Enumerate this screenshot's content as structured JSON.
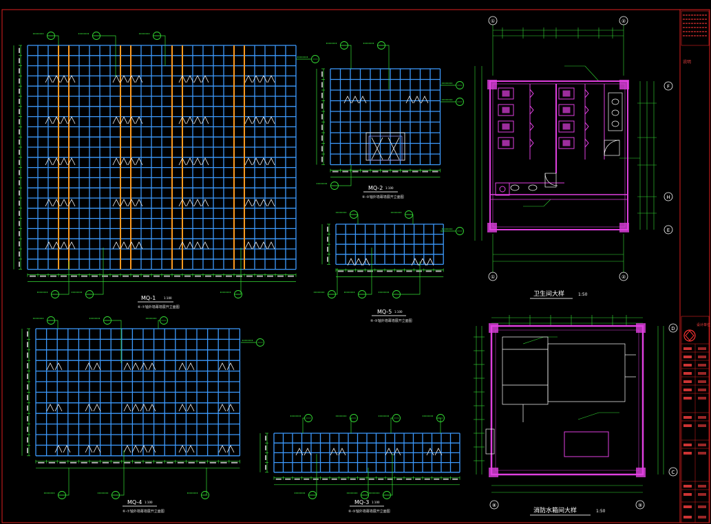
{
  "colors": {
    "background": "#000000",
    "grid": "#3d9bff",
    "mullion": "#ff9a1f",
    "dimension": "#35e035",
    "wall": "#e040e0",
    "text": "#ffffff",
    "border": "#e02020",
    "label": "#f0f060"
  },
  "panels": {
    "mq1": {
      "title": "MQ-1",
      "scale": "1:100",
      "subtitle": "⑥-⑦轴外墙幕墙展开立面图"
    },
    "mq2": {
      "title": "MQ-2",
      "scale": "1:100",
      "subtitle": "⑧-⑨轴外墙幕墙展开立面图"
    },
    "mq5": {
      "title": "MQ-5",
      "scale": "1:100",
      "subtitle": "⑧-⑨轴外墙幕墙展开立面图"
    },
    "mq4": {
      "title": "MQ-4",
      "scale": "1:100",
      "subtitle": "⑥-⑦轴外墙幕墙展开立面图"
    },
    "mq3": {
      "title": "MQ-3",
      "scale": "1:100",
      "subtitle": "⑧-⑨轴外墙幕墙展开立面图"
    }
  },
  "plans": {
    "toilet": {
      "title": "卫生间大样",
      "scale": "1:50",
      "axis_top_left": "①",
      "axis_top_right": "②",
      "axis_bottom_left": "①",
      "axis_bottom_right": "②",
      "axis_right_top": "F",
      "axis_right_mid": "H",
      "axis_right_bot": "E"
    },
    "pump": {
      "title": "消防水箱间大样",
      "scale": "1:50",
      "axis_right_top": "D",
      "axis_right_bot": "C",
      "axis_bottom_left": "⑧",
      "axis_bottom_right": "⑨"
    }
  },
  "title_block": {
    "notes": "说明",
    "company": "设计单位"
  }
}
